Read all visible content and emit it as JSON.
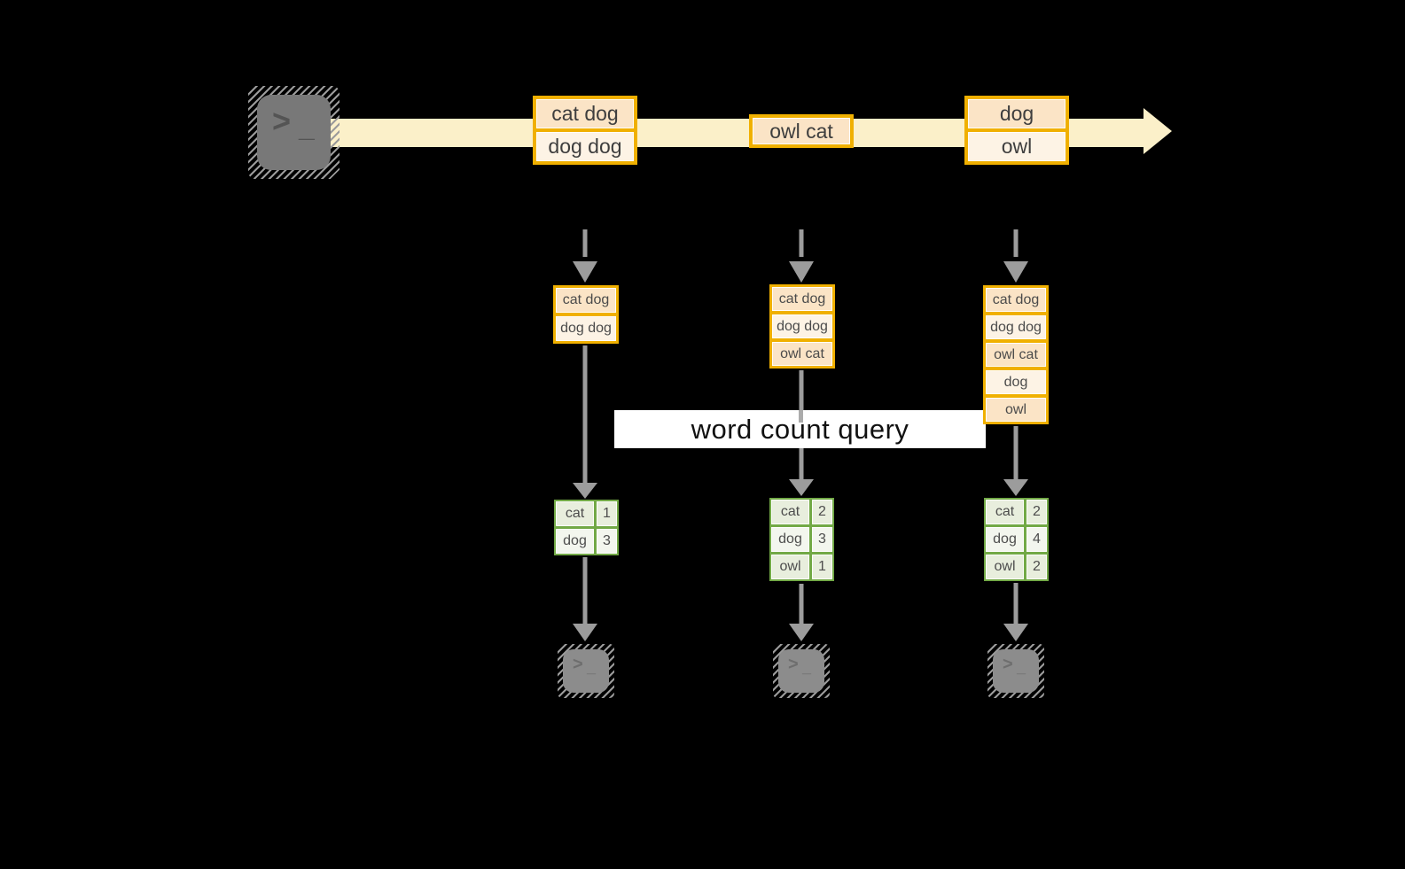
{
  "palette": {
    "background": "#000000",
    "stream_band": "#fbf0c9",
    "orange_border": "#f0b000",
    "cell_peach": "#fbe4c6",
    "cell_cream": "#fdf3e5",
    "green_border": "#72a946",
    "cell_green_dark": "#e8eedd",
    "cell_green_light": "#f3f6ee",
    "arrow_gray": "#9c9c9c",
    "terminal_gray": "#787878"
  },
  "terminal": {
    "prompt": ">",
    "cursor": "_"
  },
  "stream_events": [
    {
      "lines": [
        "cat dog",
        "dog dog"
      ]
    },
    {
      "lines": [
        "owl cat"
      ]
    },
    {
      "lines": [
        "dog",
        "owl"
      ]
    }
  ],
  "query_label": "word count query",
  "columns": [
    {
      "buffer": [
        "cat dog",
        "dog dog"
      ],
      "counts": [
        {
          "word": "cat",
          "count": "1"
        },
        {
          "word": "dog",
          "count": "3"
        }
      ]
    },
    {
      "buffer": [
        "cat dog",
        "dog dog",
        "owl cat"
      ],
      "counts": [
        {
          "word": "cat",
          "count": "2"
        },
        {
          "word": "dog",
          "count": "3"
        },
        {
          "word": "owl",
          "count": "1"
        }
      ]
    },
    {
      "buffer": [
        "cat dog",
        "dog dog",
        "owl cat",
        "dog",
        "owl"
      ],
      "counts": [
        {
          "word": "cat",
          "count": "2"
        },
        {
          "word": "dog",
          "count": "4"
        },
        {
          "word": "owl",
          "count": "2"
        }
      ]
    }
  ]
}
